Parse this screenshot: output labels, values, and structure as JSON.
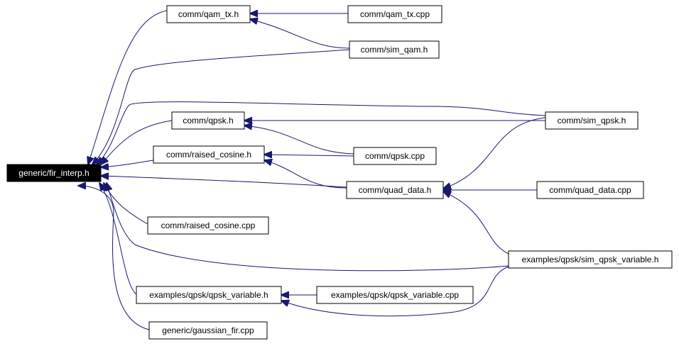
{
  "graph": {
    "colors": {
      "edge": "#191970",
      "root_fill": "#000000",
      "root_text": "#ffffff",
      "node_fill": "#ffffff"
    },
    "nodes": {
      "fir_interp": {
        "label": "generic/fir_interp.h"
      },
      "qam_tx_h": {
        "label": "comm/qam_tx.h"
      },
      "qam_tx_cpp": {
        "label": "comm/qam_tx.cpp"
      },
      "sim_qam_h": {
        "label": "comm/sim_qam.h"
      },
      "qpsk_h": {
        "label": "comm/qpsk.h"
      },
      "sim_qpsk_h": {
        "label": "comm/sim_qpsk.h"
      },
      "raised_cosine_h": {
        "label": "comm/raised_cosine.h"
      },
      "qpsk_cpp": {
        "label": "comm/qpsk.cpp"
      },
      "quad_data_h": {
        "label": "comm/quad_data.h"
      },
      "quad_data_cpp": {
        "label": "comm/quad_data.cpp"
      },
      "raised_cosine_cpp": {
        "label": "comm/raised_cosine.cpp"
      },
      "sim_qpsk_var_h": {
        "label": "examples/qpsk/sim_qpsk_variable.h"
      },
      "qpsk_var_h": {
        "label": "examples/qpsk/qpsk_variable.h"
      },
      "qpsk_var_cpp": {
        "label": "examples/qpsk/qpsk_variable.cpp"
      },
      "gaussian_fir_cpp": {
        "label": "generic/gaussian_fir.cpp"
      }
    }
  }
}
